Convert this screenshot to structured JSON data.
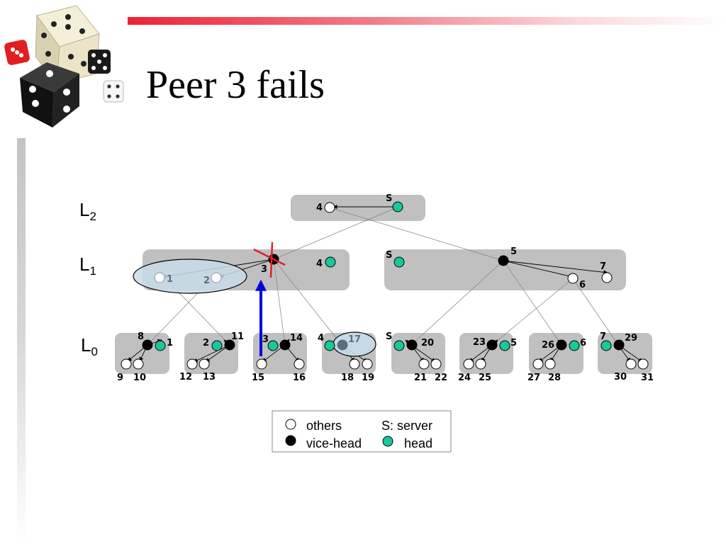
{
  "title": "Peer 3 fails",
  "levels": [
    {
      "main": "L",
      "sub": "2"
    },
    {
      "main": "L",
      "sub": "1"
    },
    {
      "main": "L",
      "sub": "0"
    }
  ],
  "legend": {
    "others": "others",
    "server": "S: server",
    "vice_head": "vice-head",
    "head": "head"
  },
  "colors": {
    "head": "#19c89a",
    "vice_head": "#000000",
    "other": "#ffffff",
    "cluster": "#c0c0c0",
    "failure_cross": "#e02020",
    "recovery_arrow": "#0000e0",
    "highlight": "#c8dce8"
  },
  "labels": {
    "l2_4": "4",
    "l2_s": "S",
    "l1a_1": "1",
    "l1a_2": "2",
    "l1a_3": "3",
    "l1a_4": "4",
    "l1b_s": "S",
    "l1b_5": "5",
    "l1b_7": "7",
    "l1b_6": "6",
    "c1_8": "8",
    "c1_1": "1",
    "c1_9": "9",
    "c1_10": "10",
    "c2_2": "2",
    "c2_11": "11",
    "c2_12": "12",
    "c2_13": "13",
    "c3_3": "3",
    "c3_14": "14",
    "c3_15": "15",
    "c3_16": "16",
    "c4_4": "4",
    "c4_17": "17",
    "c4_18": "18",
    "c4_19": "19",
    "c5_s": "S",
    "c5_20": "20",
    "c5_21": "21",
    "c5_22": "22",
    "c6_23": "23",
    "c6_5": "5",
    "c6_24": "24",
    "c6_25": "25",
    "c7_26": "26",
    "c7_6": "6",
    "c7_27": "27",
    "c7_28": "28",
    "c8_7": "7",
    "c8_29": "29",
    "c8_30": "30",
    "c8_31": "31"
  }
}
